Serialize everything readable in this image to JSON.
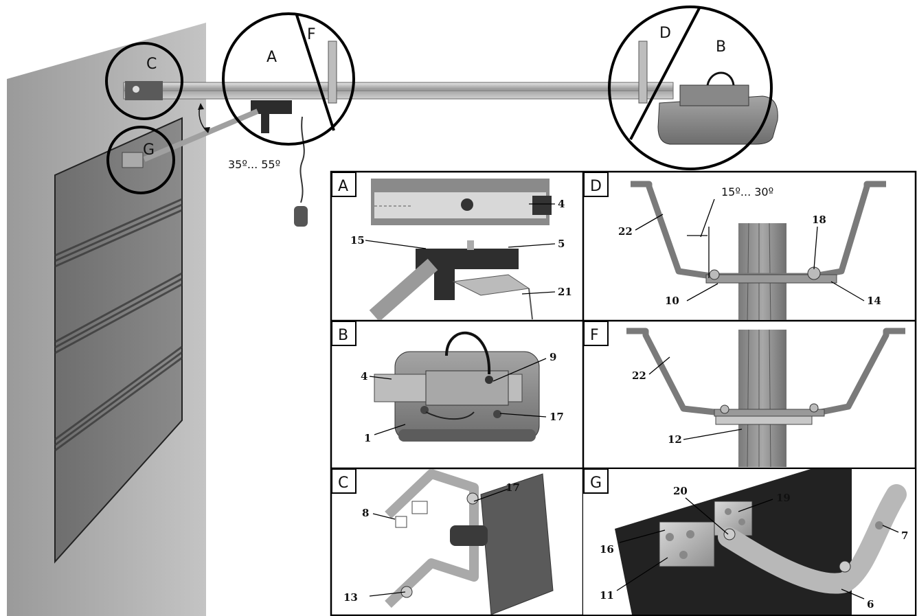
{
  "overview": {
    "circle_labels": {
      "A": "A",
      "B": "B",
      "C": "C",
      "D": "D",
      "F": "F",
      "G": "G"
    },
    "angle_label": "35º... 55º"
  },
  "panels": {
    "A": {
      "tag": "A",
      "callouts": [
        "4",
        "15",
        "5",
        "21"
      ]
    },
    "D": {
      "tag": "D",
      "callouts": [
        "22",
        "18",
        "10",
        "14"
      ],
      "angle_label": "15º... 30º"
    },
    "B": {
      "tag": "B",
      "callouts": [
        "9",
        "4",
        "17",
        "1"
      ]
    },
    "F": {
      "tag": "F",
      "callouts": [
        "22",
        "12"
      ]
    },
    "C": {
      "tag": "C",
      "callouts": [
        "17",
        "8",
        "13"
      ]
    },
    "G": {
      "tag": "G",
      "callouts": [
        "20",
        "19",
        "16",
        "7",
        "11",
        "6"
      ]
    }
  }
}
